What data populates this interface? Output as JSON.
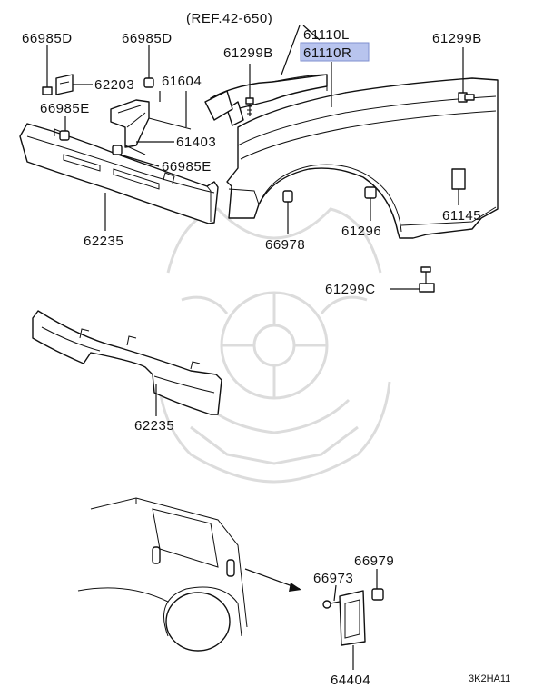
{
  "diagram": {
    "ref_note": "(REF.42-650)",
    "highlight_color": "#b8c4ee",
    "parts": {
      "p66985D_a": "66985D",
      "p66985D_b": "66985D",
      "p61299B_a": "61299B",
      "p61110L": "61110L",
      "p61110R": "61110R",
      "p61299B_b": "61299B",
      "p62203": "62203",
      "p61604": "61604",
      "p66985E_a": "66985E",
      "p61403": "61403",
      "p66985E_b": "66985E",
      "p62235_a": "62235",
      "p66978": "66978",
      "p61296": "61296",
      "p61145": "61145",
      "p61299C": "61299C",
      "p62235_b": "62235",
      "p66979": "66979",
      "p66973": "66973",
      "p64404": "64404"
    },
    "diagram_code": "3K2HA11",
    "watermark_icon": "samurai-helmet-logo"
  }
}
